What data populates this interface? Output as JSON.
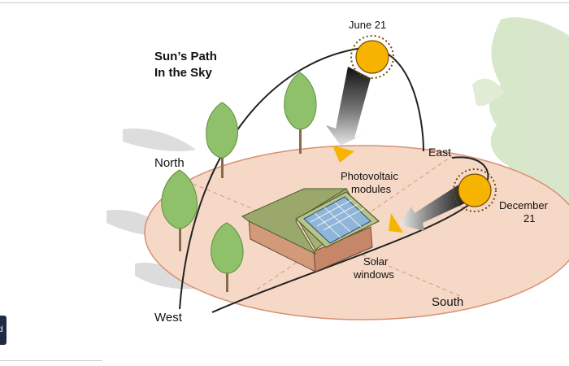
{
  "title": "Sun’s Path\nIn the Sky",
  "labels": {
    "june": "June 21",
    "december": "December\n21",
    "north": "North",
    "east": "East",
    "west": "West",
    "south": "South",
    "pv": "Photovoltaic\nmodules",
    "windows": "Solar\nwindows"
  },
  "left_badge": "d",
  "colors": {
    "ellipse": "#f6d8c6",
    "ellipse_border": "#d88f73",
    "sun": "#f6b400",
    "sun_outline": "#7a4a00",
    "tree": "#8fc06a",
    "tree_dark": "#5f8f3d",
    "roof": "#9aa86b",
    "wall": "#d39a7a",
    "panel": "#8fb5d8"
  }
}
